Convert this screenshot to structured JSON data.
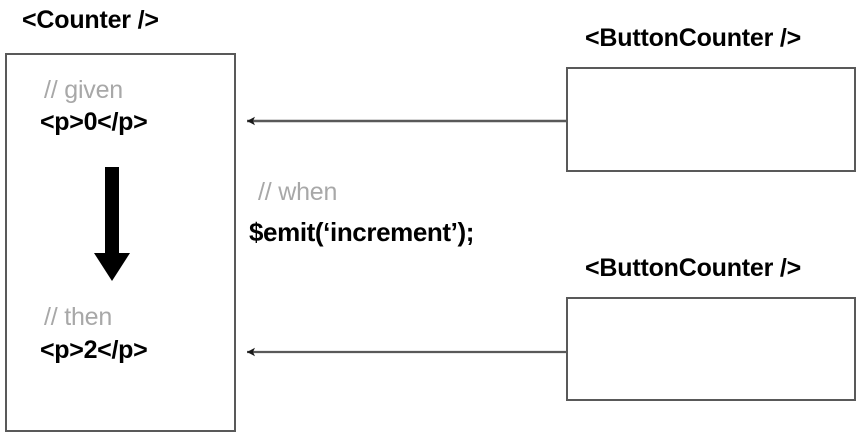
{
  "diagram": {
    "title_counter": "<Counter />",
    "counter_box": {
      "given_comment": "// given",
      "given_code": "<p>0</p>",
      "then_comment": "// then",
      "then_code": "<p>2</p>",
      "transition_arrow": "thick-down-arrow"
    },
    "when_block": {
      "comment": "// when",
      "code": "$emit(‘increment’);"
    },
    "button_counters": [
      {
        "title": "<ButtonCounter />",
        "body": ""
      },
      {
        "title": "<ButtonCounter />",
        "body": ""
      }
    ],
    "connections": [
      {
        "name": "emit-arrow-top",
        "from": "button-counter-1",
        "to": "counter-given",
        "direction": "left"
      },
      {
        "name": "emit-arrow-bottom",
        "from": "button-counter-2",
        "to": "counter-then",
        "direction": "left"
      }
    ],
    "colors": {
      "box_border": "#595959",
      "comment_text": "#a8a8a8",
      "code_text": "#000000",
      "arrow_line": "#595959",
      "thick_arrow": "#000000",
      "background": "#ffffff"
    }
  }
}
